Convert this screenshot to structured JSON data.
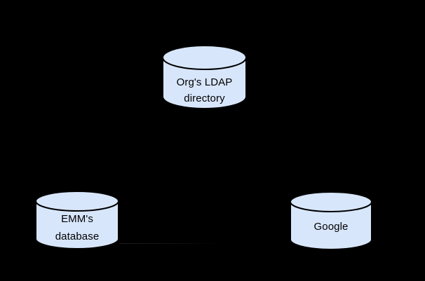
{
  "canvas": {
    "background": "#000000"
  },
  "nodes": {
    "ldap": {
      "line1": "Org's LDAP",
      "line2": "directory"
    },
    "emm": {
      "line1": "EMM's",
      "line2": "database"
    },
    "google": {
      "line1": "Google"
    }
  },
  "style": {
    "cylinder_fill": "#d8e6fb",
    "cylinder_stroke": "#000000",
    "label_color": "#000000"
  }
}
